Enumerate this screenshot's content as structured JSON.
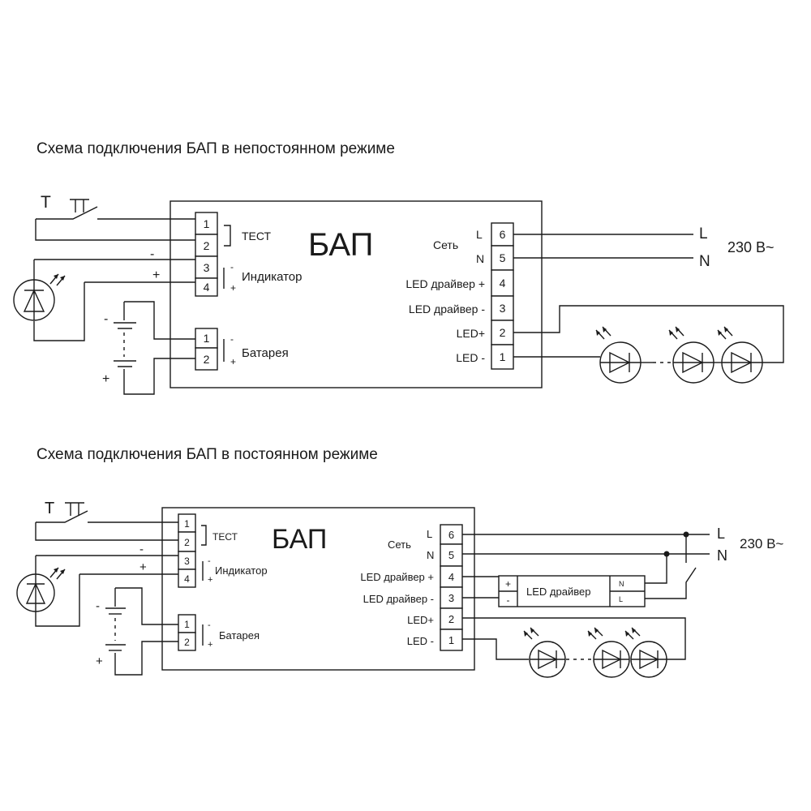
{
  "top": {
    "title": "Схема подключения БАП в непостоянном режиме",
    "unit": "БАП",
    "switch_label": "Т",
    "test_label": "ТЕСТ",
    "indicator_label": "Индикатор",
    "battery_label": "Батарея",
    "left_terms": [
      "1",
      "2",
      "3",
      "4",
      "1",
      "2"
    ],
    "right_terms": [
      "6",
      "5",
      "4",
      "3",
      "2",
      "1"
    ],
    "right_labels": [
      "Сеть",
      "LED драйвер +",
      "LED драйвер -",
      "LED+",
      "LED -"
    ],
    "l_mark": "L",
    "n_mark": "N",
    "line_L": "L",
    "line_N": "N",
    "voltage": "230 В~",
    "minus": "-",
    "plus": "+"
  },
  "bottom": {
    "title": "Схема подключения БАП в постоянном режиме",
    "unit": "БАП",
    "switch_label": "Т",
    "test_label": "ТЕСТ",
    "indicator_label": "Индикатор",
    "battery_label": "Батарея",
    "left_terms": [
      "1",
      "2",
      "3",
      "4",
      "1",
      "2"
    ],
    "right_terms": [
      "6",
      "5",
      "4",
      "3",
      "2",
      "1"
    ],
    "right_labels": [
      "Сеть",
      "LED драйвер +",
      "LED драйвер -",
      "LED+",
      "LED -"
    ],
    "l_mark": "L",
    "n_mark": "N",
    "line_L": "L",
    "line_N": "N",
    "voltage": "230 В~",
    "driver_label": "LED драйвер",
    "driver_plus": "+",
    "driver_minus": "-",
    "driver_N": "N",
    "driver_L": "L",
    "minus": "-",
    "plus": "+"
  }
}
